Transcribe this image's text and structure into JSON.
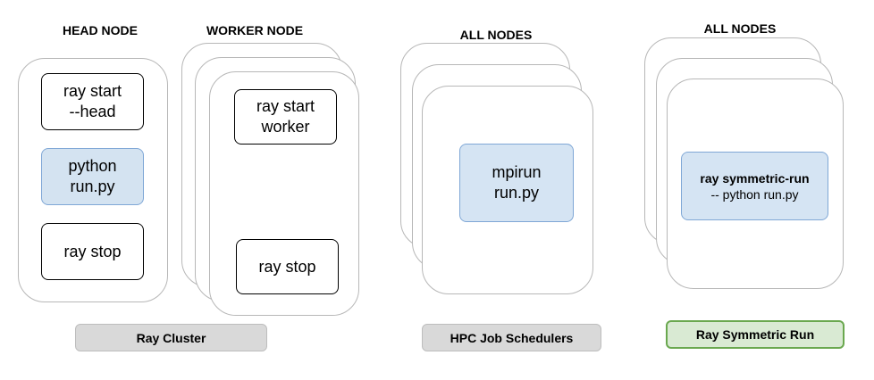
{
  "headers": {
    "head_node": "HEAD NODE",
    "worker_node": "WORKER NODE",
    "all_nodes_hpc": "ALL NODES",
    "all_nodes_symmetric": "ALL NODES"
  },
  "ray_cluster": {
    "head": {
      "ray_start_head": [
        "ray start",
        "--head"
      ],
      "python_run": [
        "python",
        "run.py"
      ],
      "ray_stop": "ray stop"
    },
    "worker": {
      "ray_start_worker": [
        "ray start",
        "worker"
      ],
      "ray_stop": "ray stop"
    },
    "label": "Ray Cluster"
  },
  "hpc": {
    "mpirun": [
      "mpirun",
      "run.py"
    ],
    "label": "HPC Job Schedulers"
  },
  "symmetric": {
    "command_main": "ray symmetric-run",
    "command_args": "-- python run.py",
    "label": "Ray Symmetric Run"
  },
  "colors": {
    "node_border": "#b7b7b7",
    "blue_box_fill": "#d4e3f1",
    "blue_box_border": "#7fa7d6",
    "grey_label_fill": "#d9d9d9",
    "green_label_fill": "#d9ead3",
    "green_label_border": "#6aa84f"
  }
}
